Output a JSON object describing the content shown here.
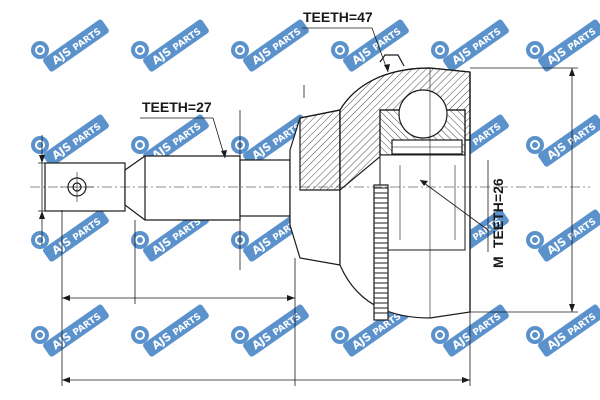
{
  "labels": {
    "teeth_outer": "TEETH=47",
    "teeth_shaft": "TEETH=27",
    "teeth_inner": "TEETH=26",
    "thread": "M"
  },
  "watermark": {
    "brand": "AJS",
    "suffix": "PARTS",
    "logo": "nty-logo-icon"
  },
  "colors": {
    "line": "#1a1a1a",
    "watermark": "#3f7fc4",
    "watermark_text": "#ffffff"
  }
}
